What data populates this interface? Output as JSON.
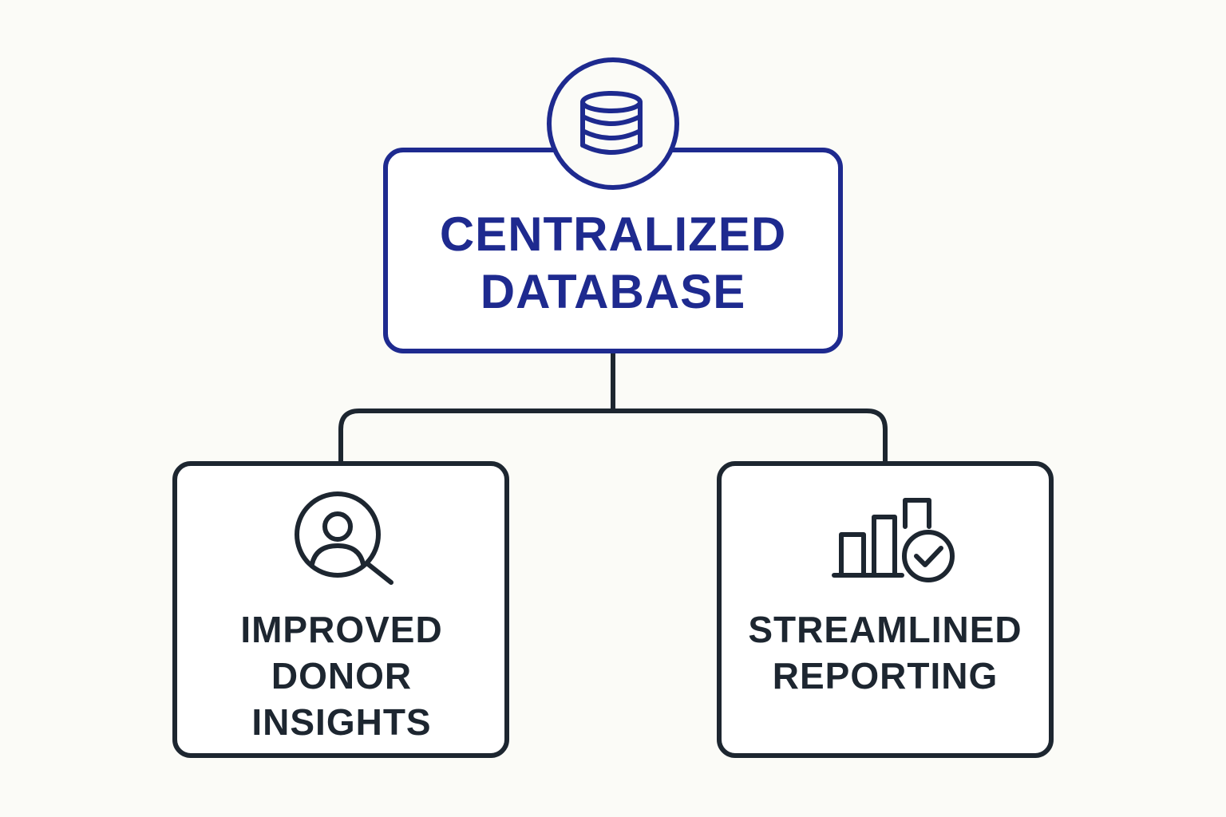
{
  "colors": {
    "background": "#fbfbf7",
    "primary": "#1e2a8f",
    "dark": "#1d2630"
  },
  "root": {
    "icon": "database-icon",
    "lines": [
      "CENTRALIZED",
      "DATABASE"
    ]
  },
  "children": [
    {
      "icon": "user-search-icon",
      "lines": [
        "IMPROVED",
        "DONOR",
        "INSIGHTS"
      ]
    },
    {
      "icon": "bar-chart-check-icon",
      "lines": [
        "STREAMLINED",
        "REPORTING"
      ]
    }
  ]
}
